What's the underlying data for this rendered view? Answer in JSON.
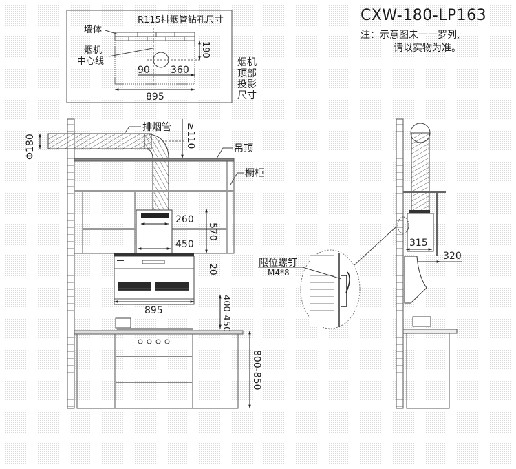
{
  "header": {
    "model": "CXW-180-LP163",
    "note_line1": "注：示意图未一一罗列,",
    "note_line2": "请以实物为准。"
  },
  "top_projection": {
    "title": "R115排烟管钻孔尺寸",
    "wall_label": "墙体",
    "center_line_label_1": "烟机",
    "center_line_label_2": "中心线",
    "dim_depth": "190",
    "dim_left": "90",
    "dim_right": "360",
    "dim_width": "895",
    "side_label": [
      "烟机",
      "顶部",
      "投影",
      "尺寸"
    ]
  },
  "front_view": {
    "pipe_diameter": "Φ180",
    "pipe_label": "排烟管",
    "ceiling_gap": "≥110",
    "ceiling_label": "吊顶",
    "cabinet_label": "橱柜",
    "dim_top_width": "260",
    "dim_body_width": "450",
    "dim_body_height": "570",
    "dim_panel": "20",
    "dim_hood_width": "895",
    "dim_hood_to_cooktop": "400-450",
    "dim_counter_height": "800-850"
  },
  "detail": {
    "screw_label": "限位螺钉",
    "screw_spec": "M4*8"
  },
  "side_view": {
    "dim_depth_inner": "315",
    "dim_depth_outer": "320"
  }
}
